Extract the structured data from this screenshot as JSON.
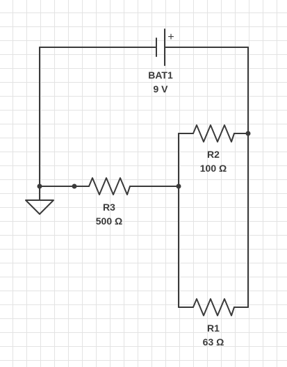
{
  "components": {
    "battery": {
      "name": "BAT1",
      "value": "9 V",
      "polarity": "+"
    },
    "r1": {
      "name": "R1",
      "value": "63 Ω"
    },
    "r2": {
      "name": "R2",
      "value": "100 Ω"
    },
    "r3": {
      "name": "R3",
      "value": "500 Ω"
    }
  },
  "colors": {
    "wire": "#3a3a3a",
    "grid": "#e3e3e3",
    "background": "#ffffff"
  }
}
